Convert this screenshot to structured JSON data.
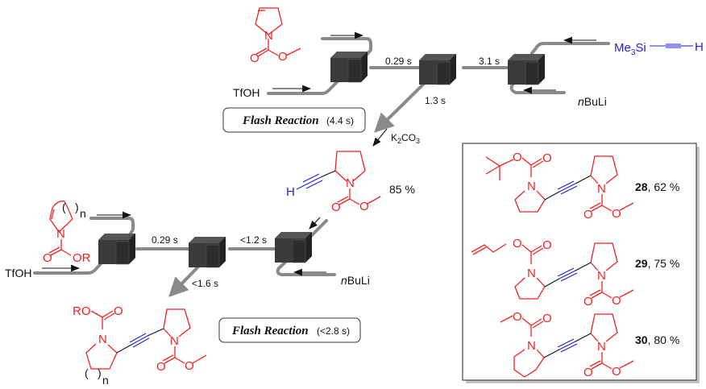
{
  "top_flow": {
    "reagent_left": "TfOH",
    "reagent_right_base": "nBuLi",
    "reagent_silane": "Me3Si",
    "silane_h": "H",
    "time_1": "0.29 s",
    "time_2": "3.1 s",
    "time_3": "1.3 s",
    "quench": "K2CO3",
    "flash_title": "Flash Reaction",
    "flash_time": "(4.4 s)",
    "product_yield": "85 %"
  },
  "bottom_flow": {
    "reagent_left": "TfOH",
    "reagent_right_base": "nBuLi",
    "time_1": "0.29 s",
    "time_2": "<1.2 s",
    "time_3": "<1.6 s",
    "flash_title": "Flash Reaction",
    "flash_time": "(<2.8 s)",
    "substituent": "OR",
    "product_substituent": "RO",
    "ring_index": "n"
  },
  "atoms": {
    "N": "N",
    "O": "O",
    "H": "H"
  },
  "products": [
    {
      "id": "28",
      "yield": ", 62 %"
    },
    {
      "id": "29",
      "yield": ", 75 %"
    },
    {
      "id": "30",
      "yield": ", 80 %"
    }
  ],
  "colors": {
    "structure": "#ee2222",
    "alkyne": "#2222dd",
    "tube": "#8a8a8a",
    "mixer": "#333333"
  }
}
